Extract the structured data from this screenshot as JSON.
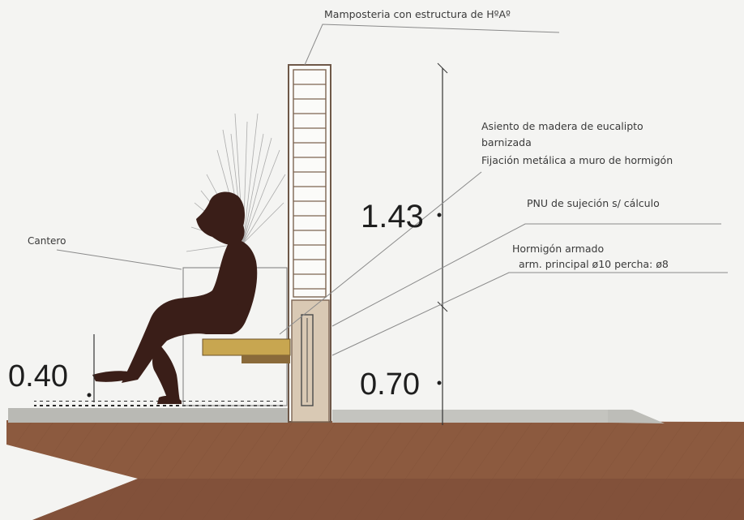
{
  "labels": {
    "masonry": "Mamposteria con estructura de HºAº",
    "seat_line1": "Asiento de madera de eucalipto",
    "seat_line2": "barnizada",
    "seat_line3": "Fijación metálica a muro de hormigón",
    "pnu": "PNU de sujeción s/ cálculo",
    "concrete_line1": "Hormigón armado",
    "concrete_line2": "arm. principal ø10 percha: ø8",
    "planter": "Cantero"
  },
  "dimensions": {
    "wall_height": "1.43",
    "seat_height_left": "0.40",
    "seat_height_right": "0.70"
  },
  "colors": {
    "background": "#f4f4f2",
    "ground_earth": "#8c5a3f",
    "ground_earth_dark": "#6f4330",
    "paving": "#b9b9b4",
    "wall_outline": "#7d6552",
    "seat_wood": "#c8a650",
    "seat_shadow": "#8a6a3a",
    "figure": "#3a1e18",
    "concrete_base": "#d9c9b4"
  }
}
